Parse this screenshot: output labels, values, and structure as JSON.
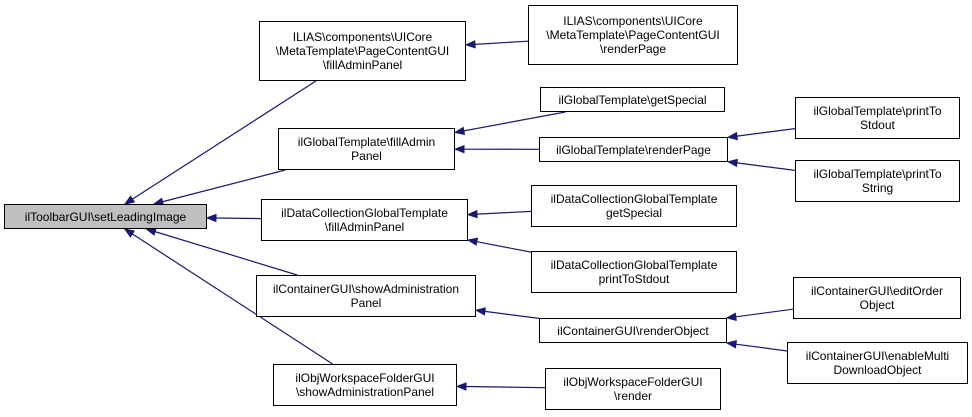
{
  "diagram": {
    "colors": {
      "edge": "#191970",
      "border": "#000000",
      "root_fill": "#bfbfbf",
      "node_fill": "#ffffff"
    },
    "nodes": {
      "n0": {
        "lines": [
          "ilToolbarGUI\\setLeadingImage"
        ],
        "root": true
      },
      "n1": {
        "lines": [
          "ILIAS\\components\\UICore",
          "\\MetaTemplate\\PageContentGUI",
          "\\fillAdminPanel"
        ]
      },
      "n2": {
        "lines": [
          "ILIAS\\components\\UICore",
          "\\MetaTemplate\\PageContentGUI",
          "\\renderPage"
        ]
      },
      "n3": {
        "lines": [
          "ilGlobalTemplate\\fillAdmin",
          "Panel"
        ]
      },
      "n4": {
        "lines": [
          "ilGlobalTemplate\\getSpecial"
        ]
      },
      "n5": {
        "lines": [
          "ilGlobalTemplate\\renderPage"
        ]
      },
      "n6": {
        "lines": [
          "ilGlobalTemplate\\printTo",
          "Stdout"
        ]
      },
      "n7": {
        "lines": [
          "ilGlobalTemplate\\printTo",
          "String"
        ]
      },
      "n8": {
        "lines": [
          "ilDataCollectionGlobalTemplate",
          "\\fillAdminPanel"
        ]
      },
      "n9": {
        "lines": [
          "ilDataCollectionGlobalTemplate",
          "getSpecial"
        ]
      },
      "n10": {
        "lines": [
          "ilDataCollectionGlobalTemplate",
          "printToStdout"
        ]
      },
      "n11": {
        "lines": [
          "ilContainerGUI\\showAdministration",
          "Panel"
        ]
      },
      "n12": {
        "lines": [
          "ilContainerGUI\\renderObject"
        ]
      },
      "n13": {
        "lines": [
          "ilContainerGUI\\editOrder",
          "Object"
        ]
      },
      "n14": {
        "lines": [
          "ilContainerGUI\\enableMulti",
          "DownloadObject"
        ]
      },
      "n15": {
        "lines": [
          "ilObjWorkspaceFolderGUI",
          "\\showAdministrationPanel"
        ]
      },
      "n16": {
        "lines": [
          "ilObjWorkspaceFolderGUI",
          "\\render"
        ]
      }
    },
    "edges": [
      [
        "n1",
        "n0"
      ],
      [
        "n3",
        "n0"
      ],
      [
        "n8",
        "n0"
      ],
      [
        "n11",
        "n0"
      ],
      [
        "n15",
        "n0"
      ],
      [
        "n2",
        "n1"
      ],
      [
        "n4",
        "n3"
      ],
      [
        "n5",
        "n3"
      ],
      [
        "n6",
        "n5"
      ],
      [
        "n7",
        "n5"
      ],
      [
        "n9",
        "n8"
      ],
      [
        "n10",
        "n8"
      ],
      [
        "n12",
        "n11"
      ],
      [
        "n13",
        "n12"
      ],
      [
        "n14",
        "n12"
      ],
      [
        "n16",
        "n15"
      ]
    ]
  }
}
